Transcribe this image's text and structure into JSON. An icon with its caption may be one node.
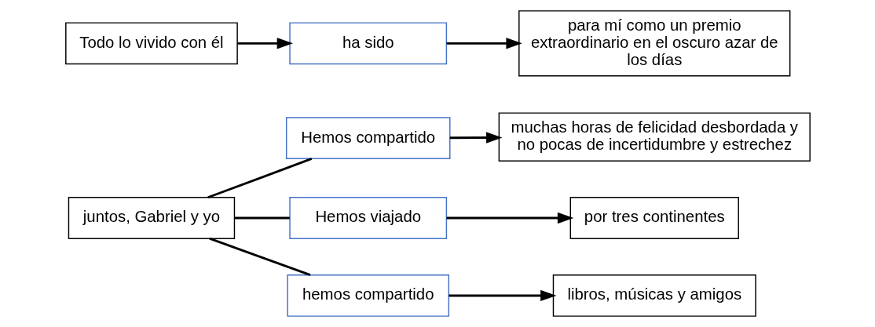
{
  "diagram": {
    "nodes": [
      {
        "text": [
          "juntos, Gabriel y yo"
        ]
      },
      {
        "text": [
          "Hemos compartido"
        ]
      },
      {
        "text": [
          "muchas horas de felicidad desbordada y no pocas de incertidumbre y estrechez"
        ]
      },
      {
        "text": [
          "Hemos viajado"
        ]
      },
      {
        "text": [
          "por tres continentes"
        ]
      },
      {
        "text": [
          "hemos compartido"
        ]
      },
      {
        "text": [
          "libros, músicas y amigos"
        ]
      },
      {
        "text": [
          "Todo lo vivido con él"
        ]
      },
      {
        "text": [
          "ha sido"
        ]
      },
      {
        "text": [
          "para mí como un premio extraordinario en el oscuro azar de los días"
        ]
      }
    ],
    "edges": [
      {
        "from": 0,
        "to": 1,
        "arrow": "none"
      },
      {
        "from": 0,
        "to": 3,
        "arrow": "none"
      },
      {
        "from": 0,
        "to": 5,
        "arrow": "none"
      },
      {
        "from": 1,
        "to": 2,
        "arrow": "to"
      },
      {
        "from": 3,
        "to": 4,
        "arrow": "to"
      },
      {
        "from": 5,
        "to": 6,
        "arrow": "to"
      },
      {
        "from": 7,
        "to": 8,
        "arrow": "to"
      },
      {
        "from": 8,
        "to": 9,
        "arrow": "to"
      }
    ]
  }
}
